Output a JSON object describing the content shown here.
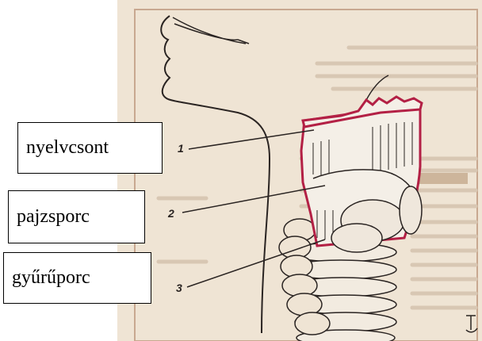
{
  "labels": [
    {
      "text": "nyelvcsont",
      "number": "1"
    },
    {
      "text": "pajzsporc",
      "number": "2"
    },
    {
      "text": "gyűrűporc",
      "number": "3"
    }
  ],
  "colors": {
    "paper": "#efe4d4",
    "ink": "#2a2422",
    "outline": "#b32045",
    "text_ghost": "#d8c7b3"
  }
}
